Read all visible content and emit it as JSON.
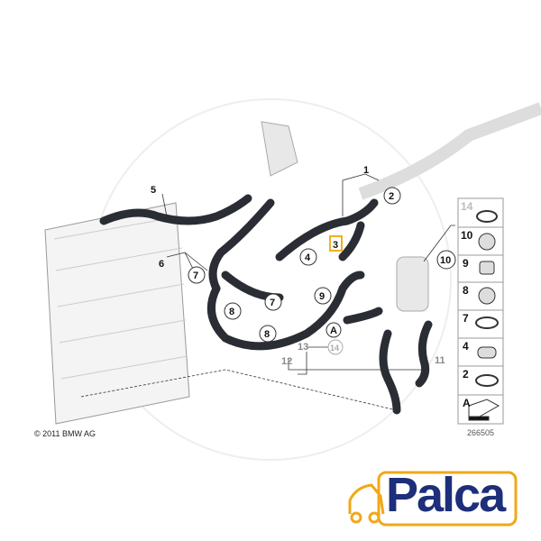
{
  "diagram": {
    "copyright": "© 2011 BMW AG",
    "part_number": "266505",
    "callouts": [
      "1",
      "2",
      "3",
      "4",
      "5",
      "6",
      "7",
      "7",
      "8",
      "8",
      "9",
      "10",
      "11",
      "12",
      "13",
      "14",
      "A"
    ],
    "highlighted_callout": "3",
    "highlight_color": "#f0b020",
    "hose_color": "#2a2d33"
  },
  "side_panel": {
    "items": [
      {
        "label": "14",
        "faded": true
      },
      {
        "label": "10"
      },
      {
        "label": "9"
      },
      {
        "label": "8"
      },
      {
        "label": "7"
      },
      {
        "label": "4"
      },
      {
        "label": "2"
      },
      {
        "label": "A"
      }
    ]
  },
  "logo": {
    "text": "Palca",
    "text_color": "#1d2f7a",
    "accent_color": "#f0a818"
  }
}
